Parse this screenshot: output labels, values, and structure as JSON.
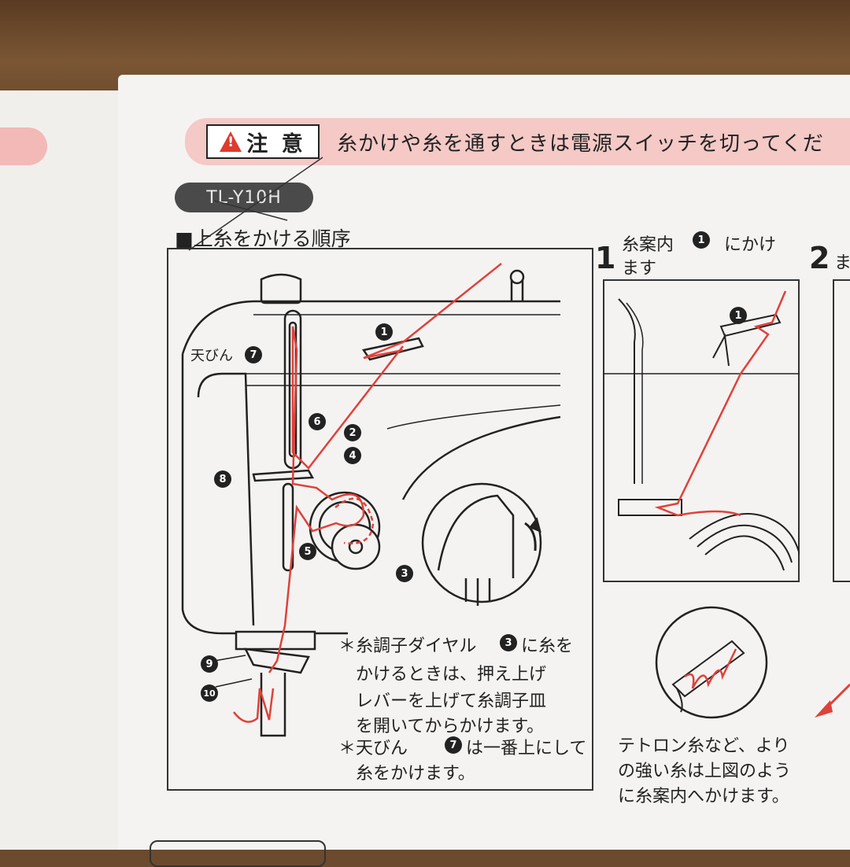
{
  "caution": {
    "icon": "warning-triangle-icon",
    "label": "注 意",
    "text": "糸かけや糸を通すときは電源スイッチを切ってくだ"
  },
  "model": "TL-Y10H",
  "section_title": "■上糸をかける順序",
  "labels": {
    "tenbin": "天びん",
    "num1": "1",
    "num2": "2",
    "num3": "3",
    "num4": "4",
    "num5": "5",
    "num6": "6",
    "num7": "7",
    "num8": "8",
    "num9": "9",
    "num10": "10"
  },
  "notes": [
    "＊糸調子ダイヤル",
    "に糸を",
    "かけるときは、押え上げ",
    "レバーを上げて糸調子皿",
    "を開いてからかけます。",
    "＊天びん",
    "は一番上にして",
    "糸をかけます。"
  ],
  "step1": {
    "number": "1",
    "line1": "糸案内",
    "line1b": "にかけ",
    "line2": "ます"
  },
  "step2": {
    "number": "2",
    "text": "ま"
  },
  "tetoron": [
    "テトロン糸など、より",
    "の強い糸は上図のよう",
    "に糸案内へかけます。"
  ],
  "colors": {
    "thread": "#e0413a",
    "pink": "#f4c9c6",
    "ink": "#222222"
  }
}
